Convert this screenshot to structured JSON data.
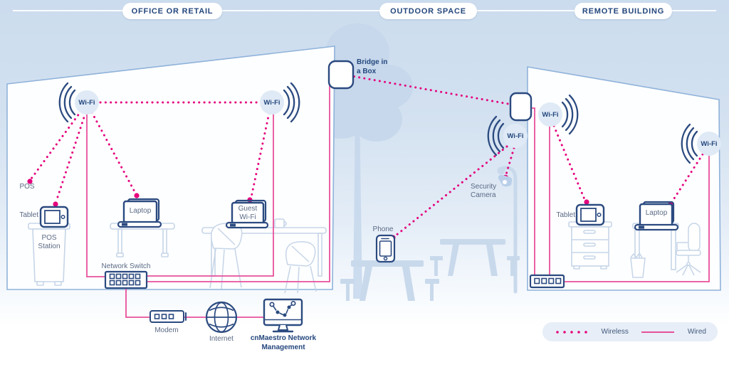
{
  "headers": {
    "office": "OFFICE OR RETAIL",
    "outdoor": "OUTDOOR SPACE",
    "remote": "REMOTE BUILDING"
  },
  "office": {
    "wifi_ap_1": "Wi-Fi",
    "wifi_ap_2": "Wi-Fi",
    "pos": "POS",
    "tablet": "Tablet",
    "pos_station": "POS Station",
    "laptop": "Laptop",
    "guest_wifi": "Guest Wi-Fi",
    "network_switch": "Network Switch",
    "modem": "Modem",
    "internet": "Internet",
    "cnmaestro": "cnMaestro Network Management"
  },
  "outdoor": {
    "bridge": "Bridge in a Box",
    "wifi_ap": "Wi-Fi",
    "security_camera": "Security Camera",
    "phone": "Phone"
  },
  "remote": {
    "wifi_ap_1": "Wi-Fi",
    "wifi_ap_2": "Wi-Fi",
    "tablet": "Tablet",
    "laptop": "Laptop"
  },
  "legend": {
    "wireless": "Wireless",
    "wired": "Wired"
  },
  "colors": {
    "navy": "#2b4a80",
    "magenta_dotted": "#e5007d",
    "pink_wired": "#e8509b",
    "building_stroke": "#8fb2da",
    "silhouette": "#c9d9ec",
    "wifi_bubble_bg": "#dfeaf6",
    "legend_bg": "#e7eef7"
  }
}
